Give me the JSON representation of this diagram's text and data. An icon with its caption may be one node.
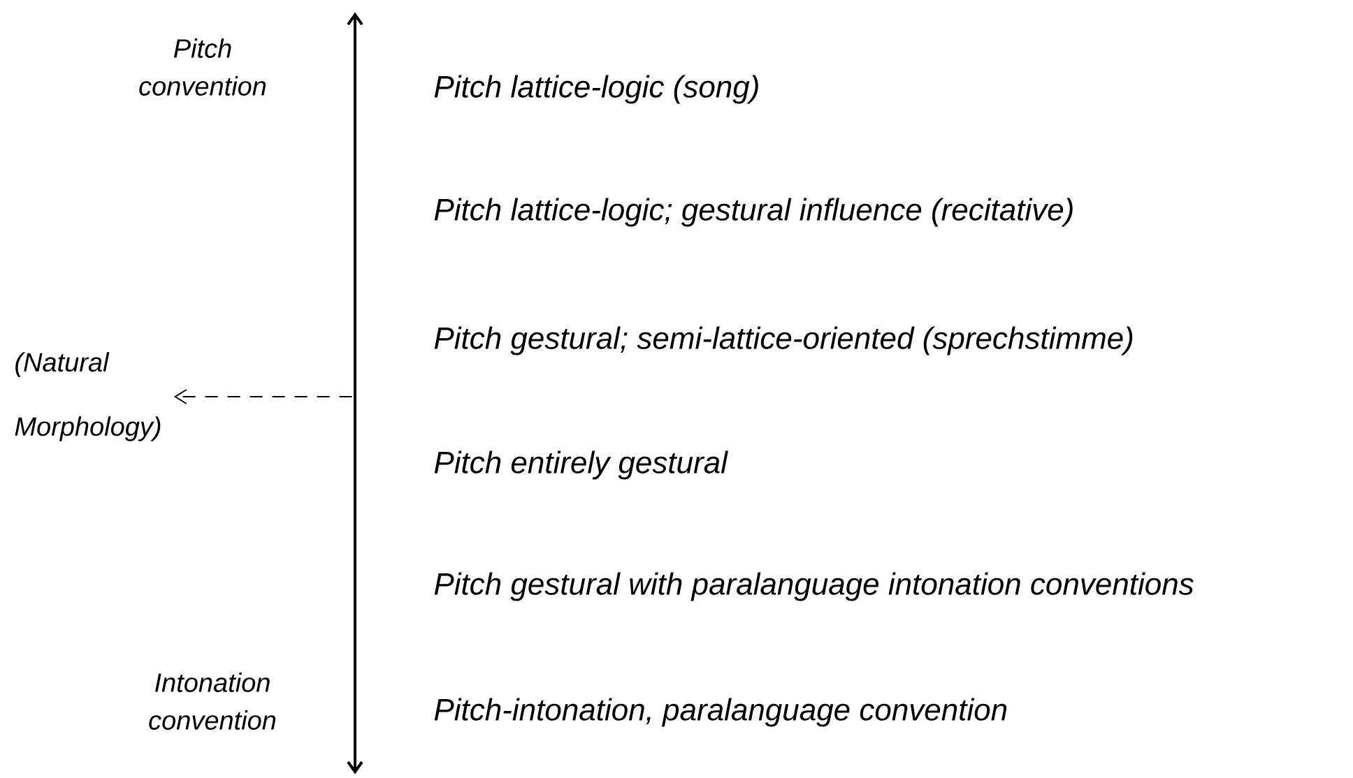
{
  "diagram": {
    "nodes": [
      {
        "text": [
          "Pitch convention"
        ]
      },
      {
        "text": [
          "(Natural Morphology)"
        ]
      },
      {
        "text": [
          "Intonation convention"
        ]
      },
      {
        "text": [],
        "shape": "bar"
      }
    ],
    "edges": [
      {
        "from": 3,
        "to": 1,
        "arrow": "to",
        "style": "dashed"
      }
    ],
    "labels": [
      "Pitch lattice-logic (song)",
      "Pitch lattice-logic; gestural influence (recitative)",
      "Pitch gestural; semi-lattice-oriented (sprechstimme)",
      "Pitch entirely gestural",
      "Pitch gestural with paralanguage intonation conventions",
      "Pitch-intonation, paralanguage convention"
    ]
  }
}
